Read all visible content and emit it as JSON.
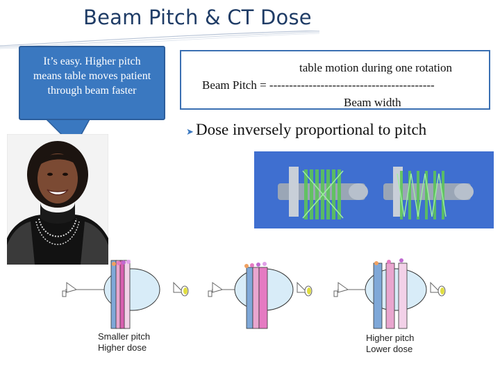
{
  "slide": {
    "title": "Beam Pitch & CT Dose",
    "callout": "It’s easy.  Higher pitch means table moves patient through beam faster",
    "formula": {
      "numerator": "table motion during one rotation",
      "lhs": "Beam Pitch = ------------------------------------------",
      "denominator": "Beam width"
    },
    "bullet": "Dose inversely proportional to pitch",
    "captions": {
      "left_line1": "Smaller pitch",
      "left_line2": "Higher dose",
      "right_line1": "Higher pitch",
      "right_line2": "Lower dose"
    }
  },
  "icons": [
    "speech-bubble-tail",
    "presenter-photo",
    "ct-scanner-image",
    "patient-figure",
    "bullet-arrow-icon"
  ],
  "colors": {
    "title": "#1f3c66",
    "callout_fill": "#3a78c0",
    "box_border": "#3a6fb2",
    "scanner_bg": "#3f6fd0",
    "beam_green": "#5cc45a",
    "ellipse_fill": "#d8ecf8",
    "beam_blue": "#7fa8d8",
    "beam_pink": "#e9a6cf",
    "beam_magenta": "#d85fb0"
  }
}
